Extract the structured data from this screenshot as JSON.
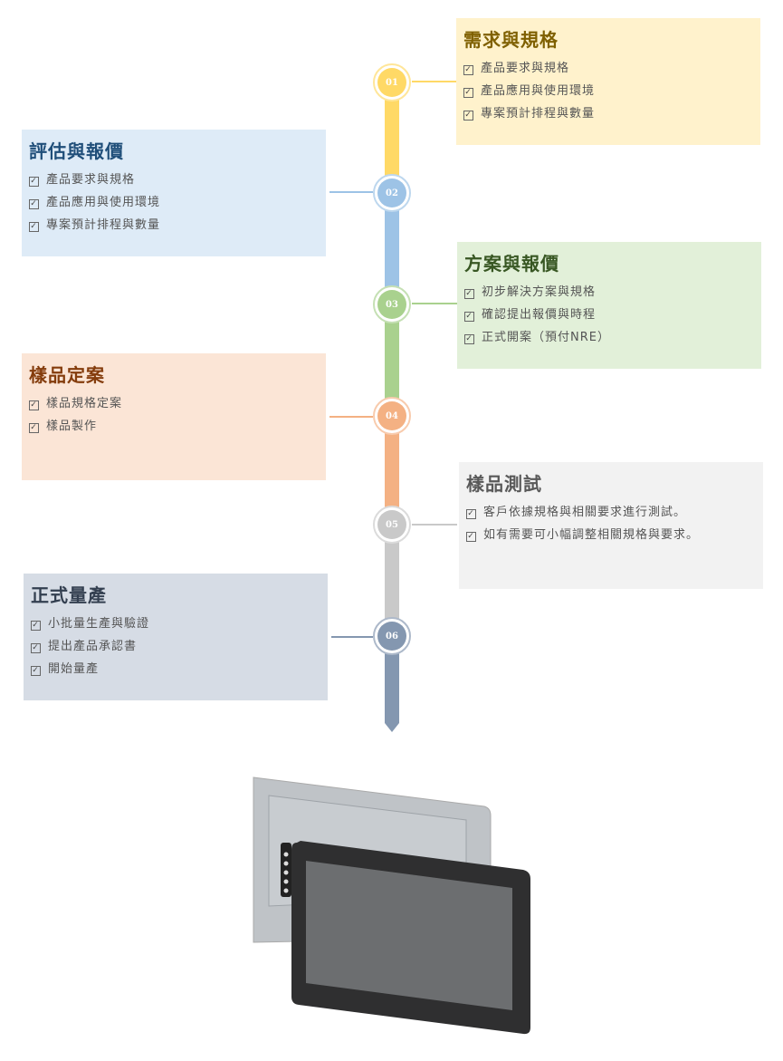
{
  "steps": [
    {
      "num": "01",
      "title": "需求與規格",
      "items": [
        "產品要求與規格",
        "產品應用與使用環境",
        "專案預計排程與數量"
      ],
      "color": "#ffd966",
      "bg": "#fff2cc",
      "title_color": "#7f6000"
    },
    {
      "num": "02",
      "title": "評估與報價",
      "items": [
        "產品要求與規格",
        "產品應用與使用環境",
        "專案預計排程與數量"
      ],
      "color": "#9dc3e6",
      "bg": "#deebf7",
      "title_color": "#1f4e79"
    },
    {
      "num": "03",
      "title": "方案與報價",
      "items": [
        "初步解決方案與規格",
        "確認提出報價與時程",
        "正式開案（預付NRE）"
      ],
      "color": "#a9d18e",
      "bg": "#e2f0d9",
      "title_color": "#385723"
    },
    {
      "num": "04",
      "title": "樣品定案",
      "items": [
        "樣品規格定案",
        "樣品製作"
      ],
      "color": "#f4b183",
      "bg": "#fbe5d6",
      "title_color": "#843c0c"
    },
    {
      "num": "05",
      "title": "樣品測試",
      "items": [
        "客戶依據規格與相關要求進行測試。",
        "如有需要可小幅調整相關規格與要求。"
      ],
      "color": "#c9c9c9",
      "bg": "#f2f2f2",
      "title_color": "#595959"
    },
    {
      "num": "06",
      "title": "正式量產",
      "items": [
        "小批量生產與驗證",
        "提出產品承認書",
        "開始量產"
      ],
      "color": "#8497b0",
      "bg": "#d6dce5",
      "title_color": "#333f50"
    }
  ],
  "checkbox_icon": "☑"
}
